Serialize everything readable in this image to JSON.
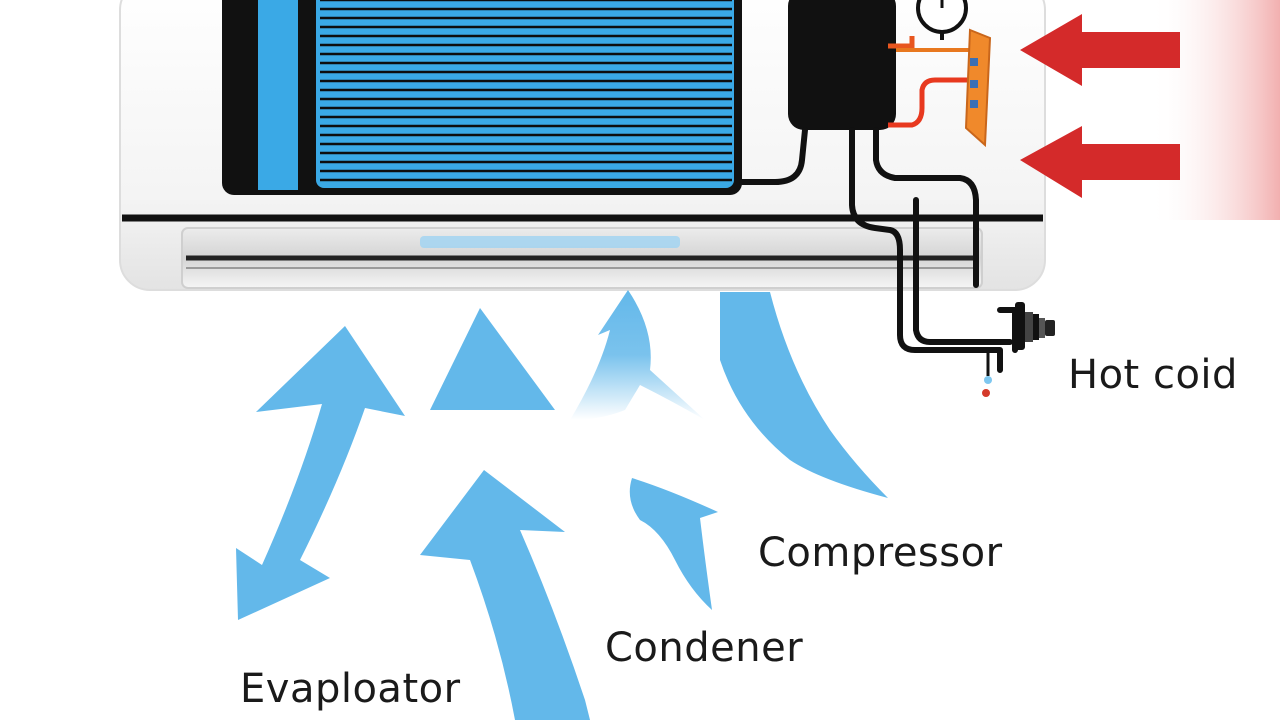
{
  "diagram": {
    "labels": {
      "hot_coil": "Hot coid",
      "compressor": "Compressor",
      "condenser": "Condener",
      "evaporator": "Evaploator"
    },
    "colors": {
      "unit_body": "#f2f2f2",
      "coil_blue": "#3aa9e6",
      "coil_dark": "#111111",
      "airflow_blue": "#63b8ea",
      "hot_air_red": "#d42a2a",
      "pipe": "#111111",
      "valve_orange": "#f0892b"
    },
    "icons": [
      "gauge-icon",
      "hot-air-arrow-icon",
      "cool-air-arrow-icon",
      "valve-icon"
    ]
  }
}
